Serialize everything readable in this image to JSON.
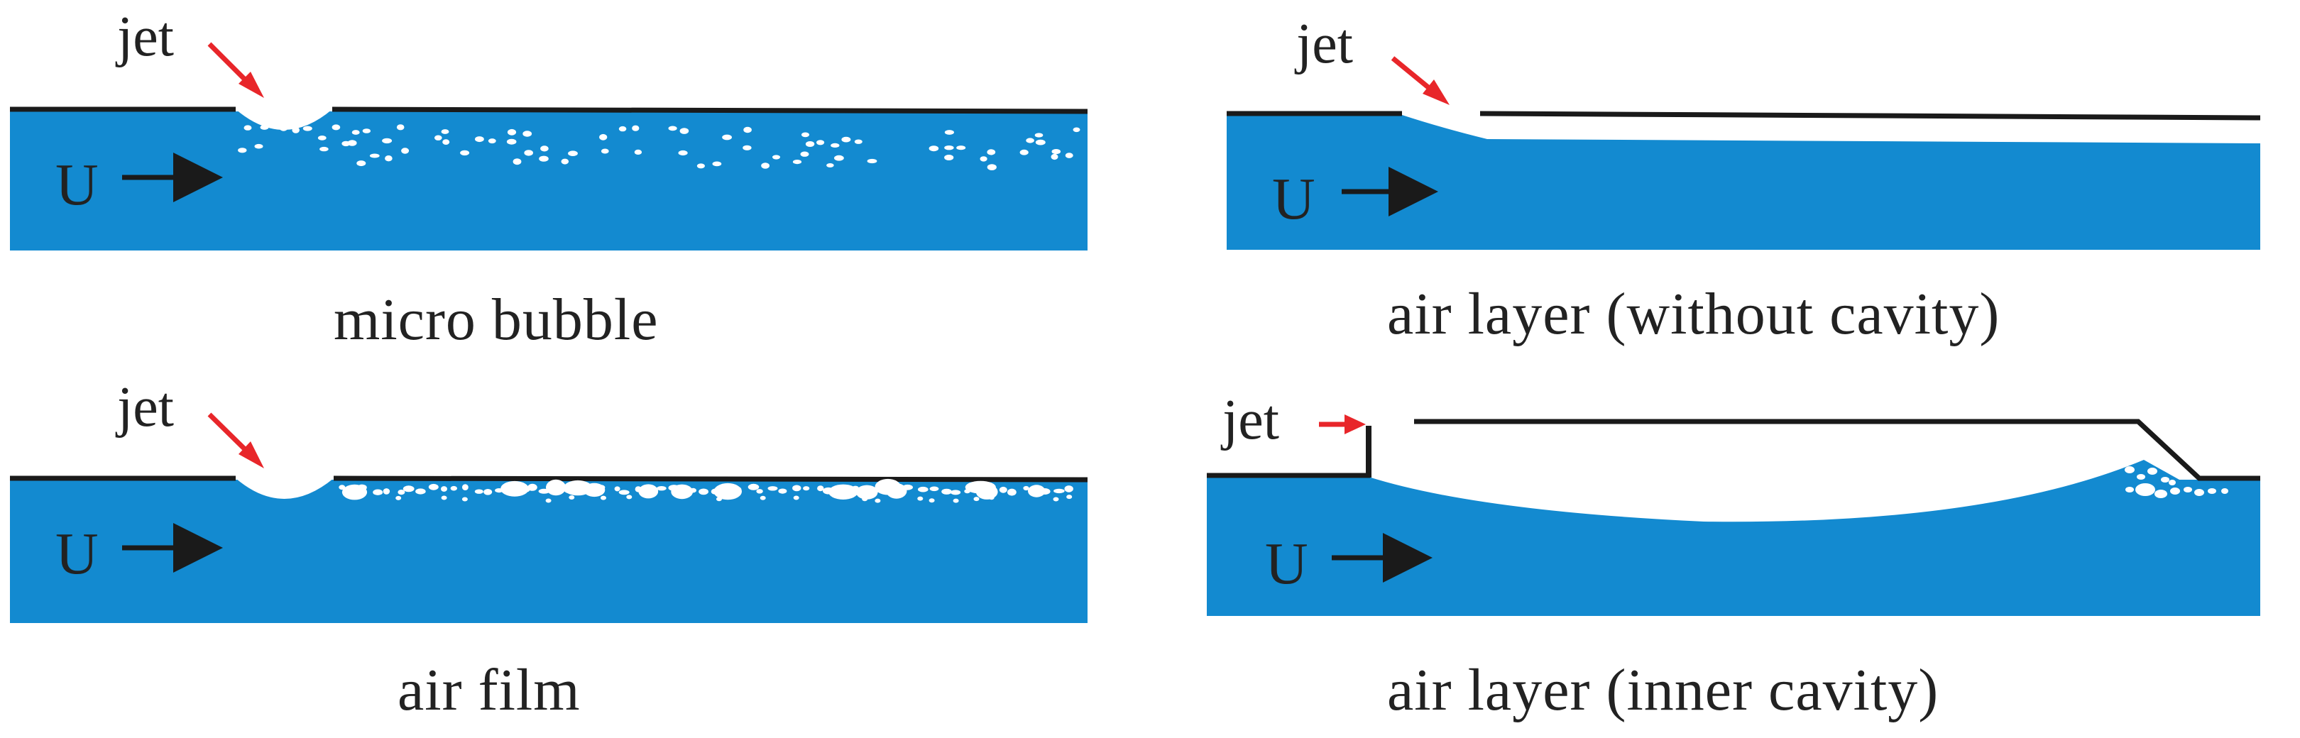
{
  "colors": {
    "water": "#138ad0",
    "wall": "#1a1a1a",
    "arrow_red": "#e8262a",
    "bubble": "#ffffff"
  },
  "panels": {
    "micro_bubble": {
      "caption": "micro bubble",
      "jet_label": "jet",
      "flow_label": "U"
    },
    "air_layer_without_cavity": {
      "caption": "air layer (without cavity)",
      "jet_label": "jet",
      "flow_label": "U"
    },
    "air_film": {
      "caption": "air film",
      "jet_label": "jet",
      "flow_label": "U"
    },
    "air_layer_inner_cavity": {
      "caption": "air layer (inner cavity)",
      "jet_label": "jet",
      "flow_label": "U"
    }
  }
}
